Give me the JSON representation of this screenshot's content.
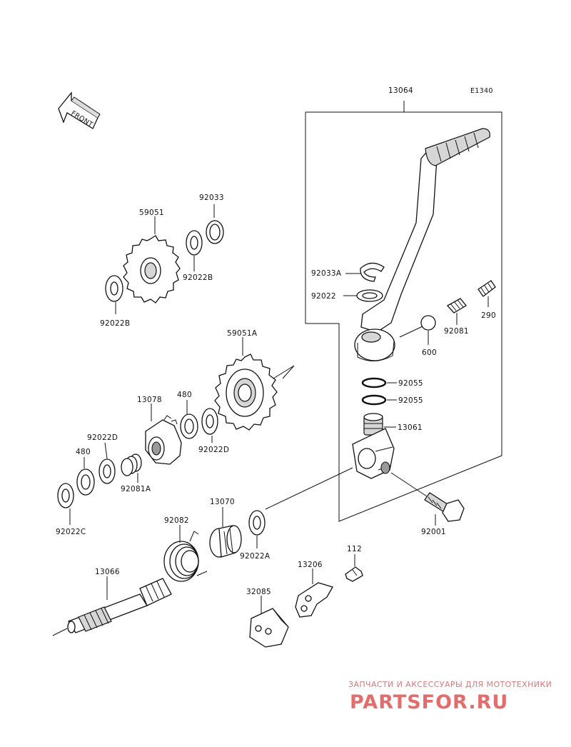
{
  "diagram_code": "E1340",
  "front_label": "FRONT",
  "parts": {
    "p13064": "13064",
    "p92033": "92033",
    "p59051": "59051",
    "p92022B_a": "92022B",
    "p92022B_b": "92022B",
    "p92033A": "92033A",
    "p92022": "92022",
    "p92081": "92081",
    "p290": "290",
    "p600": "600",
    "p59051A": "59051A",
    "p13078": "13078",
    "p480_a": "480",
    "p92022D_a": "92022D",
    "p92022D_b": "92022D",
    "p480_b": "480",
    "p92081A": "92081A",
    "p92022C": "92022C",
    "p92055_a": "92055",
    "p92055_b": "92055",
    "p13061": "13061",
    "p92001": "92001",
    "p13070": "13070",
    "p92082": "92082",
    "p92022A": "92022A",
    "p112": "112",
    "p13206": "13206",
    "p32085": "32085",
    "p13066": "13066"
  },
  "watermark": {
    "tagline": "ЗАПЧАСТИ И АКСЕССУАРЫ ДЛЯ МОТОТЕХНИКИ",
    "logo": "PARTSFOR.RU"
  }
}
